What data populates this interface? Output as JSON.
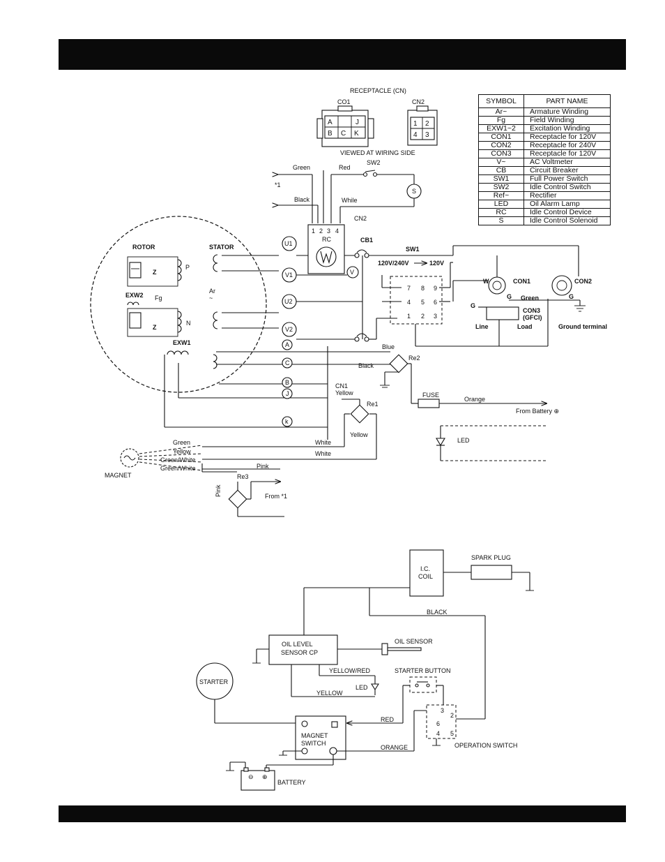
{
  "receptacle": {
    "title": "RECEPTACLE (CN)",
    "co1_label": "CO1",
    "cn2_label": "CN2",
    "co1_pins_top": [
      "A",
      "",
      "J"
    ],
    "co1_pins_bottom": [
      "B",
      "C",
      "K"
    ],
    "cn2_pins": [
      "1",
      "2",
      "4",
      "3"
    ],
    "viewed_note": "VIEWED AT WIRING SIDE"
  },
  "symbol_table": {
    "headers": [
      "SYMBOL",
      "PART NAME"
    ],
    "rows": [
      [
        "Ar~",
        "Armature Winding"
      ],
      [
        "Fg",
        "Field Winding"
      ],
      [
        "EXW1~2",
        "Excitation Winding"
      ],
      [
        "CON1",
        "Receptacle for 120V"
      ],
      [
        "CON2",
        "Receptacle for 240V"
      ],
      [
        "CON3",
        "Receptacle for 120V"
      ],
      [
        "V~",
        "AC Voltmeter"
      ],
      [
        "CB",
        "Circuit Breaker"
      ],
      [
        "SW1",
        "Full Power Switch"
      ],
      [
        "SW2",
        "Idle Control Switch"
      ],
      [
        "Ref~",
        "Rectifier"
      ],
      [
        "LED",
        "Oil Alarm Lamp"
      ],
      [
        "RC",
        "Idle Control Device"
      ],
      [
        "S",
        "Idle Control Solenoid"
      ]
    ]
  },
  "generator": {
    "rotor": "ROTOR",
    "stator": "STATOR",
    "exw2": "EXW2",
    "exw1": "EXW1",
    "fg": "Fg",
    "ar": "Ar",
    "ar_sym": "~",
    "z": "Z",
    "p": "P",
    "n": "N",
    "terminals": [
      "U1",
      "V1",
      "U2",
      "V2"
    ],
    "letters": [
      "A",
      "C",
      "B",
      "J",
      "k"
    ]
  },
  "wires": {
    "green": "Green",
    "red": "Red",
    "sw2": "SW2",
    "star1": "*1",
    "black": "Black",
    "white": "White",
    "while": "While",
    "cn2": "CN2",
    "rc": "RC",
    "rc_pins": [
      "1",
      "2",
      "3",
      "4"
    ],
    "cb1": "CB1",
    "sw1": "SW1",
    "voltage_sel": "120V/240V",
    "voltage_120": "120V",
    "w": "W",
    "g": "G",
    "con1": "CON1",
    "con2": "CON2",
    "con3": "CON3",
    "gfci": "(GFCI)",
    "line": "Line",
    "load": "Load",
    "ground_terminal": "Ground terminal",
    "blue": "Blue",
    "re2": "Re2",
    "cn1": "CN1",
    "yellow_cap": "Yellow",
    "re1": "Re1",
    "fuse": "FUSE",
    "orange": "Orange",
    "from_battery": "From Battery ⊕",
    "led": "LED",
    "yellow": "Yellow",
    "magnet": "MAGNET",
    "green_white": "Green/White",
    "pink": "Pink",
    "re3": "Re3",
    "from1": "From *1",
    "switch_pins": [
      "7",
      "8",
      "9",
      "4",
      "5",
      "6",
      "1",
      "2",
      "3"
    ]
  },
  "engine": {
    "ic_coil": "I.C.",
    "ic_coil2": "COIL",
    "spark_plug": "SPARK PLUG",
    "black": "BLACK",
    "oil_level": "OIL LEVEL",
    "oil_level2": "SENSOR CP",
    "oil_sensor": "OIL SENSOR",
    "starter": "STARTER",
    "yellow_red": "YELLOW/RED",
    "starter_button": "STARTER BUTTON",
    "led": "LED",
    "yellow": "YELLOW",
    "red": "RED",
    "magnet_switch": "MAGNET",
    "magnet_switch2": "SWITCH",
    "orange": "ORANGE",
    "operation_switch": "OPERATION SWITCH",
    "battery": "BATTERY",
    "op_pins": [
      "3",
      "2",
      "6",
      "4",
      "5"
    ]
  }
}
